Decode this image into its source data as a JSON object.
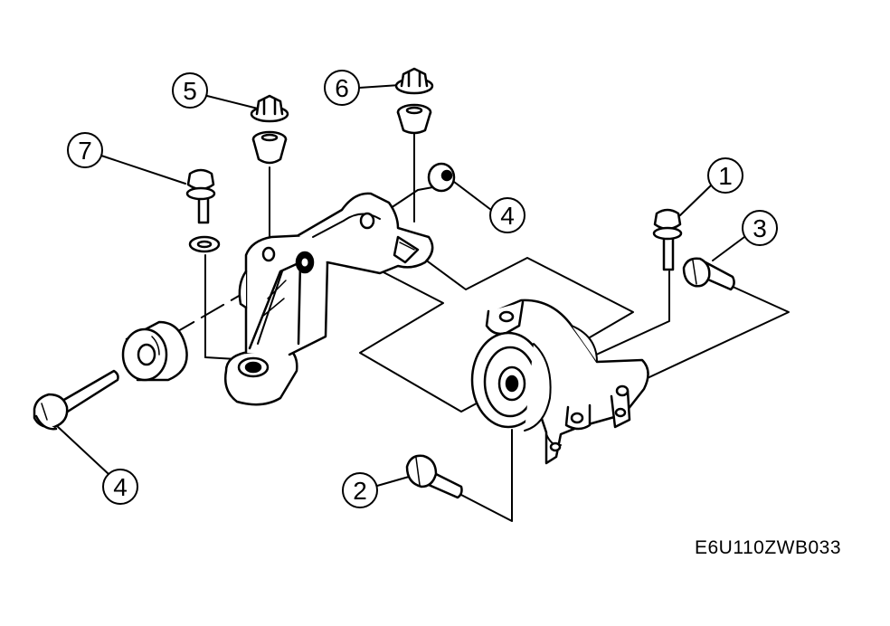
{
  "figure_code": "E6U110ZWB033",
  "callouts": [
    "1",
    "2",
    "3",
    "4",
    "4",
    "5",
    "6",
    "7"
  ],
  "colors": {
    "ink": "#000000",
    "paper": "#ffffff"
  },
  "parts": {
    "bracket": "mount-bracket",
    "insulator": "mount-insulator",
    "bushing": "rubber-bushing"
  }
}
